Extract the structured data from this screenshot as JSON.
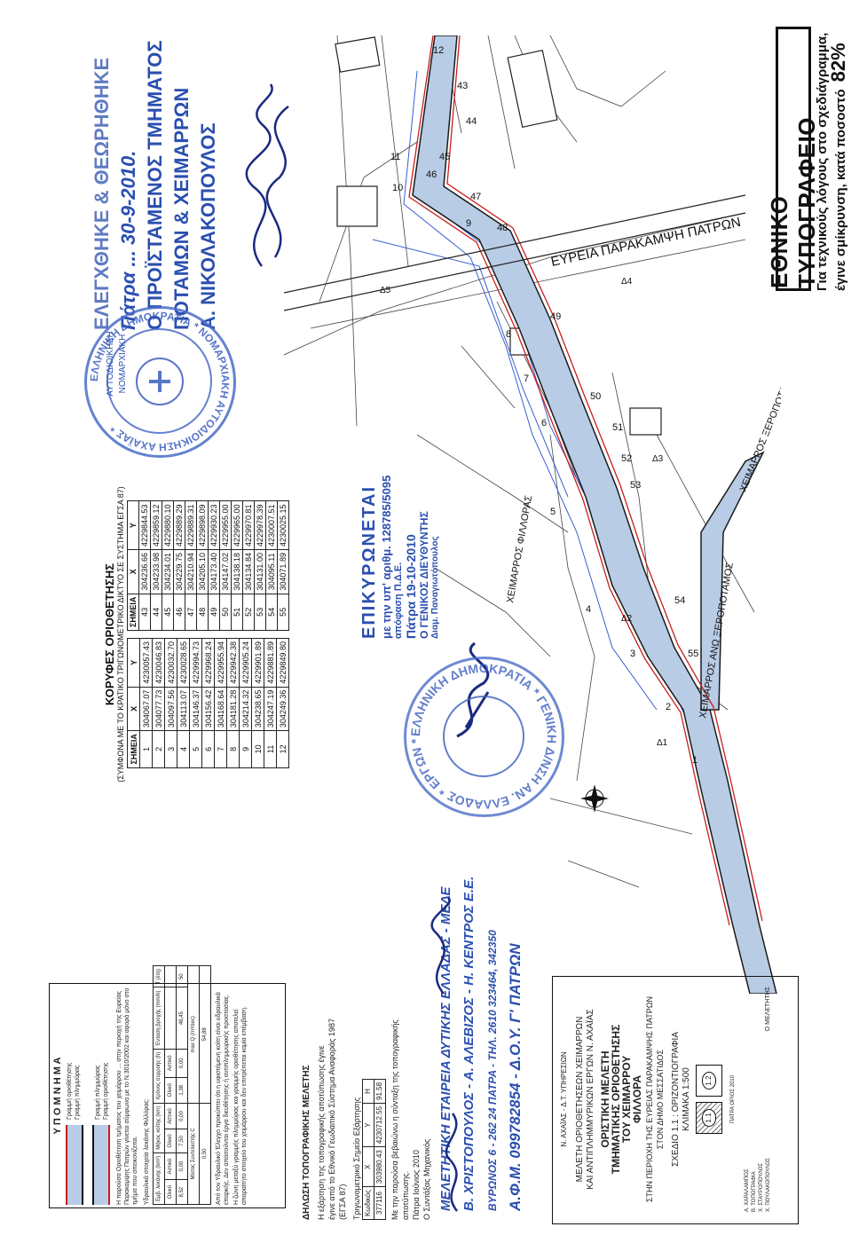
{
  "banner": {
    "title": "ΕΘΝΙΚΟ ΤΥΠΟΓΡΑΦΕΙΟ",
    "line1": "Για τεχνικούς λόγους στο σχεδιάγραμμα,",
    "line2": "έγινε σμίκρυνση, κατά ποσοστό",
    "percent": "82%"
  },
  "approval_top": {
    "line1": "ΕΛΕΓΧΘΗΚΕ & ΘΕΩΡΗΘΗΚΕ",
    "line2": "Πάτρα ... 30-9-2010.",
    "line3": "Ο ΠΡΟΪΣΤΑΜΕΝΟΣ ΤΜΗΜΑΤΟΣ",
    "line4": "ΠΟΤΑΜΩΝ & ΧΕΙΜΑΡΡΩΝ",
    "line5": "Α. ΝΙΚΟΛΑΚΟΠΟΥΛΟΣ"
  },
  "stamp_nomarchia": {
    "ring": "ΕΛΛΗΝΙΚΗ ΔΗΜΟΚΡΑΤΙΑ * ΝΟΜΑΡΧΙΑΚΗ ΑΥΤΟΔΙΟΙΚΗΣΗ ΑΧΑΪΑΣ *",
    "inner1": "ΑΥΤΟΔΙΟΙΚΗΣΗ",
    "inner2": "ΝΟΜΑΡΧΙΑΚΗ"
  },
  "map_labels": {
    "road": "ΕΥΡΕΙΑ ΠΑΡΑΚΑΜΨΗ ΠΑΤΡΩΝ",
    "stream1": "ΧΕΙΜΑΡΡΟΣ ΞΕΡΟΠΟΤΑΜΟΣ",
    "stream2": "ΧΕΙΜΑΡΡΟΣ ΦΙΛΛΟΡΑΣ",
    "stream3": "ΧΕΙΜΑΡΡΟΣ ΑΝΩ ΞΕΡΟΠΟΤΑΜΟΣ",
    "deltas": [
      "Δ1",
      "Δ2",
      "Δ3",
      "Δ4",
      "Δ5"
    ],
    "points": [
      "1",
      "2",
      "3",
      "4",
      "5",
      "6",
      "7",
      "8",
      "9",
      "10",
      "11",
      "12",
      "43",
      "44",
      "45",
      "46",
      "47",
      "48",
      "49",
      "50",
      "51",
      "52",
      "53",
      "54",
      "55"
    ]
  },
  "koryfes": {
    "title": "ΚΟΡΥΦΕΣ ΟΡΙΟΘΕΤΗΣΗΣ",
    "subtitle": "(ΣΥΜΦΩΝΑ ΜΕ ΤΟ ΚΡΑΤΙΚΟ ΤΡΙΓΩΝΟΜΕΤΡΙΚΟ ΔΙΚΤΥΟ ΣΕ ΣΥΣΤΗΜΑ ΕΓΣΑ 87)",
    "headers": [
      "ΣΗΜΕΙΑ",
      "X",
      "Y"
    ],
    "left": [
      [
        "1",
        "304067.07",
        "4230057.43"
      ],
      [
        "2",
        "304077.73",
        "4230046.83"
      ],
      [
        "3",
        "304097.56",
        "4230032.70"
      ],
      [
        "4",
        "304113.07",
        "4230028.65"
      ],
      [
        "5",
        "304146.37",
        "4229994.73"
      ],
      [
        "6",
        "304156.42",
        "4229968.24"
      ],
      [
        "7",
        "304168.64",
        "4229955.94"
      ],
      [
        "8",
        "304181.28",
        "4229942.38"
      ],
      [
        "9",
        "304214.32",
        "4229905.24"
      ],
      [
        "10",
        "304238.65",
        "4229901.89"
      ],
      [
        "11",
        "304247.19",
        "4229881.89"
      ],
      [
        "12",
        "304249.36",
        "4229849.80"
      ]
    ],
    "right": [
      [
        "43",
        "304236.66",
        "4229844.53"
      ],
      [
        "44",
        "304233.98",
        "4229859.12"
      ],
      [
        "45",
        "304234.01",
        "4229880.10"
      ],
      [
        "46",
        "304229.75",
        "4229889.29"
      ],
      [
        "47",
        "304210.94",
        "4229889.31"
      ],
      [
        "48",
        "304205.10",
        "4229898.09"
      ],
      [
        "49",
        "304173.40",
        "4229930.23"
      ],
      [
        "50",
        "304147.02",
        "4229955.00"
      ],
      [
        "51",
        "304138.18",
        "4229965.00"
      ],
      [
        "52",
        "304134.84",
        "4229970.81"
      ],
      [
        "53",
        "304131.00",
        "4229978.39"
      ],
      [
        "54",
        "304095.11",
        "4230007.51"
      ],
      [
        "55",
        "304071.89",
        "4230025.15"
      ]
    ]
  },
  "epikyronetai": {
    "title": "ΕΠΙΚΥΡΩΝΕΤΑΙ",
    "line1": "με την υπ' αριθμ. 128785/5095",
    "line2": "απόφαση Π.Δ.Ε.",
    "line3": "Πάτρα 19-10-2010",
    "line4": "Ο ΓΕΝΙΚΟΣ ΔΙΕΥΘΥΝΤΗΣ",
    "line5": "Διαμ. Παναγιωτόπουλος"
  },
  "stamp_dimokratia": {
    "ring": "ΕΛΛΗΝΙΚΗ ΔΗΜΟΚΡΑΤΙΑ * ΓΕΝΙΚΗ Δ/ΝΣΗ ΑΝ. ΕΛΛΑΔΟΣ * ΕΡΓΩΝ *"
  },
  "company_stamp": {
    "line1": "ΜΕΛΕΤΗΤΙΚΗ ΕΤΑΙΡΕΙΑ ΔΥΤΙΚΗΣ ΕΛΛΑΔΑΣ - ΜΕΔΕ",
    "line2": "Β. ΧΡΙΣΤΟΠΟΥΛΟΣ - Α. ΑΛΕΒΙΖΟΣ - Η. ΚΕΝΤΡΟΣ Ε.Ε.",
    "line3": "ΒΥΡΩΝΟΣ 6 - 262 24 ΠΑΤΡΑ - ΤΗΛ. 2610 323464, 342350",
    "line4": "Α.Φ.Μ. 099782854 - Δ.Ο.Υ. Γ' ΠΑΤΡΩΝ"
  },
  "legend": {
    "title": "Υ Π Ο Μ Ν Η Μ Α",
    "items": [
      "Γραμμή οριοθέτησης",
      "Γραμμή πλημμύρας",
      "Γραμμή πλημμύρας",
      "Γραμμή οριοθέτησης"
    ],
    "note": "Η παρούσα Οριοθέτηση τμήματος του χειμάρρου ... στην περιοχή της Ευρείας Παρακαμψης Πατρών γίνεται σύμφωνα με το Ν.3010/2002 και αφορά μόνο στο τμήμα που απεικονίζεται.",
    "hyd_title": "Υδραυλικά στοιχεία λεκάνης Φιλλόρας:",
    "hyd_headers": [
      "Εμβ. λεκάνης (km²)",
      "Μήκος κοίτης (km)",
      "Χρόνος συρροής (h)",
      "Ένταση βροχής (mm/h)",
      "Τ (έτη)"
    ],
    "hyd_sub": [
      "Ολικό",
      "Αστικό",
      "Ολικό",
      "Αστικό",
      "Ολικό",
      "Αστικό"
    ],
    "hyd_values": [
      "8,52",
      "0,00",
      "7,50",
      "0,00",
      "1,38",
      "0,00",
      "46,45",
      "50"
    ],
    "coef_label": "Μέσος Συντελεστής C",
    "coef_value": "0,50",
    "qmax_label": "max Q (m³/sec)",
    "qmax_value": "54,88",
    "foot1": "Από τον Υδραυλικό Έλεγχο προκύπτει ότι η υφιστάμενη κοίτη είναι υδραυλικά επαρκής. Δεν απαιτούνται έργα διευθέτησης ή αντιπλημμυρικής προστασίας.",
    "foot2": "Η ζώνη μεταξύ γραμμής πλημμύρας και γραμμής οριοθέτησης αποτελεί απαραίτητο στοιχείο του χειμάρρου και δεν επιτρέπεται καμία επέμβαση."
  },
  "dilosi": {
    "title": "ΔΗΛΩΣΗ ΤΟΠΟΓΡΑΦΙΚΗΣ ΜΕΛΕΤΗΣ",
    "line1": "Η εξάρτηση της τοπογραφικής αποτύπωσης έγινε",
    "line2": "έγινε από το Εθνικό Γεωδαιτικό Σύστημα Αναφοράς 1987 (ΕΓΣΑ 87)",
    "tri_label": "Τριγωνομετρικό Σημείο Εξάρτησης",
    "tri_headers": [
      "Κωδικός",
      "X",
      "Y",
      "H"
    ],
    "tri_values": [
      "377116",
      "303980.43",
      "4230712.55",
      "91.58"
    ],
    "line3": "Με την παρούσα βεβαιώνω η σύνταξη της τοπογραφικής αποτύπωσης.",
    "line4": "Πάτρα Ιούνιος 2010",
    "line5": "Ο Συντάξας Μηχανικός"
  },
  "title_block": {
    "h1": "Ν. ΑΧΑΪΑΣ - Δ.Τ. ΥΠΗΡΕΣΙΩΝ",
    "h2": "ΜΕΛΕΤΗ ΟΡΙΟΘΕΤΗΣΕΩΝ ΧΕΙΜΑΡΡΩΝ",
    "h3": "ΚΑΙ ΑΝΤΙΠΛΗΜΜΥΡΙΚΩΝ ΕΡΓΩΝ Ν. ΑΧΑΪΑΣ",
    "t1": "ΟΡΙΣΤΙΚΗ ΜΕΛΕΤΗ",
    "t2": "ΤΜΗΜΑΤΙΚΗΣ ΟΡΙΟΘΕΤΗΣΗΣ",
    "t3": "ΤΟΥ ΧΕΙΜΑΡΡΟΥ",
    "t4": "ΦΙΛΛΟΡΑ",
    "t5": "ΣΤΗΝ ΠΕΡΙΟΧΗ ΤΗΣ ΕΥΡΕΙΑΣ ΠΑΡΑΚΑΜΨΗΣ ΠΑΤΡΩΝ",
    "t6": "ΣΤΟΝ ΔΗΜΟ ΜΕΣΣΑΤΙΔΟΣ",
    "s1": "ΣΧΕΔΙΟ 1.1 : ΟΡΙΖΟΝΤΙΟΓΡΑΦΙΑ",
    "s2": "ΚΛΙΜΑΚΑ 1:500",
    "sheet_a": "1.1",
    "sheet_b": "1.2",
    "date": "ΠΑΤΡΑ ΟΡΙΟΣ 2010",
    "sig1": "Ο ΜΕΛΕΤΗΤΗΣ",
    "sig_small": [
      "Α. ΧΑΡΑΛΑΜΠΟΣ",
      "Β. ΤΟΠΟΓΡΑΦΙΑ",
      "Χ. ΣΤΑΥΡΟΠΟΥΛΟΣ",
      "Χ. ΠΟΥΛΑΚΟΠΟΥΛΟΣ"
    ]
  }
}
